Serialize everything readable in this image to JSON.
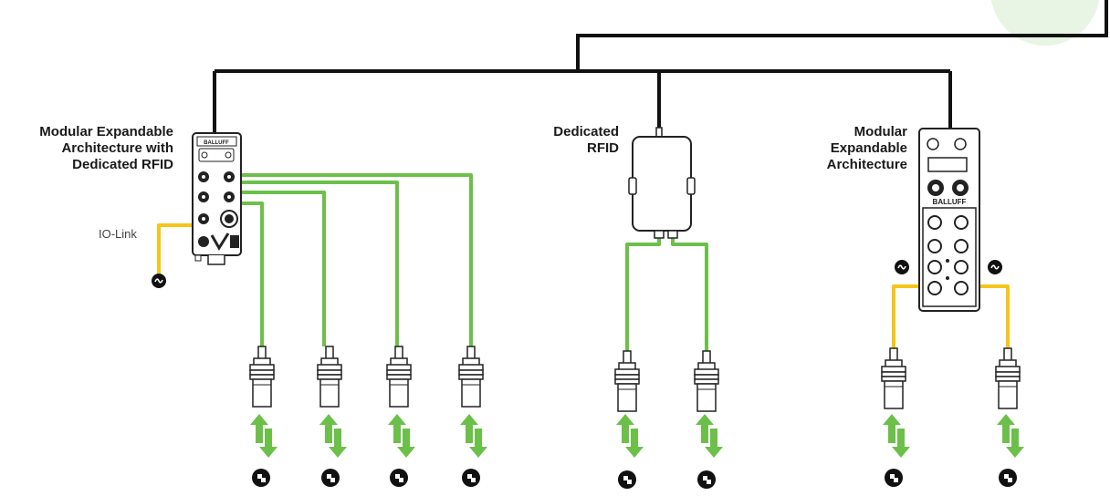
{
  "labels": {
    "left": [
      "Modular Expandable",
      "Architecture with",
      "Dedicated RFID"
    ],
    "middle": [
      "Dedicated",
      "RFID"
    ],
    "right": [
      "Modular",
      "Expandable",
      "Architecture"
    ],
    "io_link": "IO-Link"
  },
  "devices": {
    "left_module_brand": "BALLUFF",
    "right_module_brand": "BALLUFF"
  },
  "colors": {
    "backbone": "#111111",
    "rfid_cable": "#6cc04a",
    "io_link_cable": "#f5c518",
    "accent_circle": "#e8f5e4"
  },
  "icons": {
    "tag": "rfid-tag-icon",
    "read_write": "read-write-arrows-icon",
    "io_link_device": "io-link-device-icon"
  }
}
